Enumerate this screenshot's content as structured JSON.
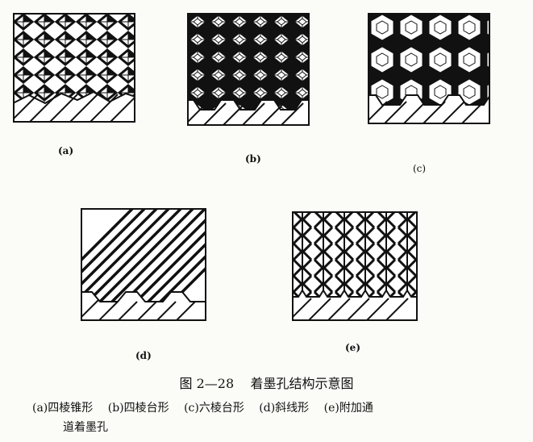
{
  "panels": [
    {
      "id": "a",
      "label": "(a)"
    },
    {
      "id": "b",
      "label": "(b)"
    },
    {
      "id": "c",
      "label": "(c)"
    },
    {
      "id": "d",
      "label": "(d)"
    },
    {
      "id": "e",
      "label": "(e)"
    }
  ],
  "caption": {
    "figure_no": "图 2—28",
    "title": "着墨孔结构示意图",
    "items": [
      "(a)四棱锥形",
      "(b)四棱台形",
      "(c)六棱台形",
      "(d)斜线形",
      "(e)附加通"
    ],
    "items_cont": "道着墨孔"
  }
}
